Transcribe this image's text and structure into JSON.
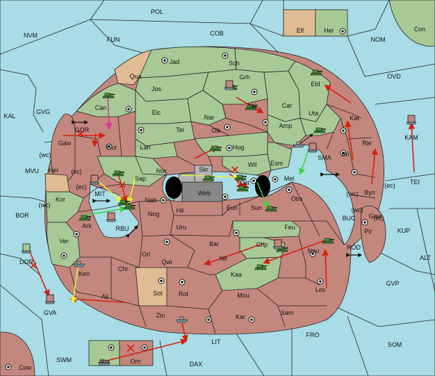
{
  "map": {
    "seas": [
      "POL",
      "NVM",
      "FUN",
      "COB",
      "NOM",
      "Con",
      "OVD",
      "KAL",
      "GVG",
      "MVU",
      "BOR",
      "KAM",
      "TEI",
      "KUP",
      "ALT",
      "GVP",
      "BUC",
      "ROD",
      "SOM",
      "FRO",
      "LIT",
      "DAX",
      "SWM",
      "Cow",
      "DOR",
      "GVA",
      "MIT",
      "RBU",
      "GOR",
      "SMA"
    ],
    "land_provinces": [
      "Jad",
      "Sch",
      "Qua",
      "Jos",
      "Grh",
      "Eld",
      "Can",
      "Elc",
      "Nar",
      "Yok",
      "Car",
      "Uta",
      "Kat",
      "Gaw",
      "Gur",
      "Tel",
      "Olk",
      "Amp",
      "Lan",
      "Hug",
      "Esm",
      "Bri",
      "Rie",
      "Her",
      "Nor",
      "Skr",
      "Wil",
      "Sap",
      "Web",
      "Ost",
      "Mel",
      "Kor",
      "Nab",
      "Eun",
      "Sun",
      "Obs",
      "Byn",
      "Gwa",
      "Ark",
      "Nog",
      "Hil",
      "Uru",
      "Feu",
      "Pir",
      "Ver",
      "Bar",
      "Chp",
      "Neu",
      "Orl",
      "Qwi",
      "Nil",
      "Ken",
      "Chr",
      "Kaa",
      "Sot",
      "Rot",
      "Los",
      "Ail",
      "Mou",
      "Zin",
      "Kar",
      "Sam",
      "Elf",
      "Hel",
      "Aba",
      "Orn"
    ],
    "coast_labels": [
      "(wc)",
      "(ec)",
      "(ec)",
      "(wc)",
      "(wc)",
      "(ec)",
      "(wc)",
      "(ec)"
    ],
    "colors": {
      "sea": "#a8dce6",
      "green": "#a7c996",
      "red": "#c4877d",
      "tan": "#dfbc91",
      "neutral": "#b4b4b4",
      "arrow_red": "#d4200f",
      "arrow_yellow": "#e8f23a",
      "arrow_green": "#3fd43f",
      "arrow_magenta": "#e0359b"
    }
  }
}
